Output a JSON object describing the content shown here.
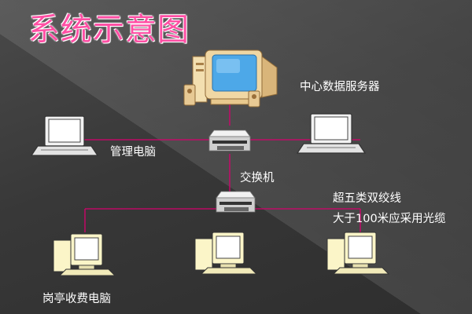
{
  "title": "系统示意图",
  "labels": {
    "server": "中心数据服务器",
    "admin": "管理电脑",
    "switch": "交换机",
    "cable_line1": "超五类双绞线",
    "cable_line2": "大于100米应采用光缆",
    "booth": "岗亭收费电脑"
  },
  "colors": {
    "title": "#ff4fa4",
    "link": "#d8006e",
    "text": "#ffffff"
  }
}
